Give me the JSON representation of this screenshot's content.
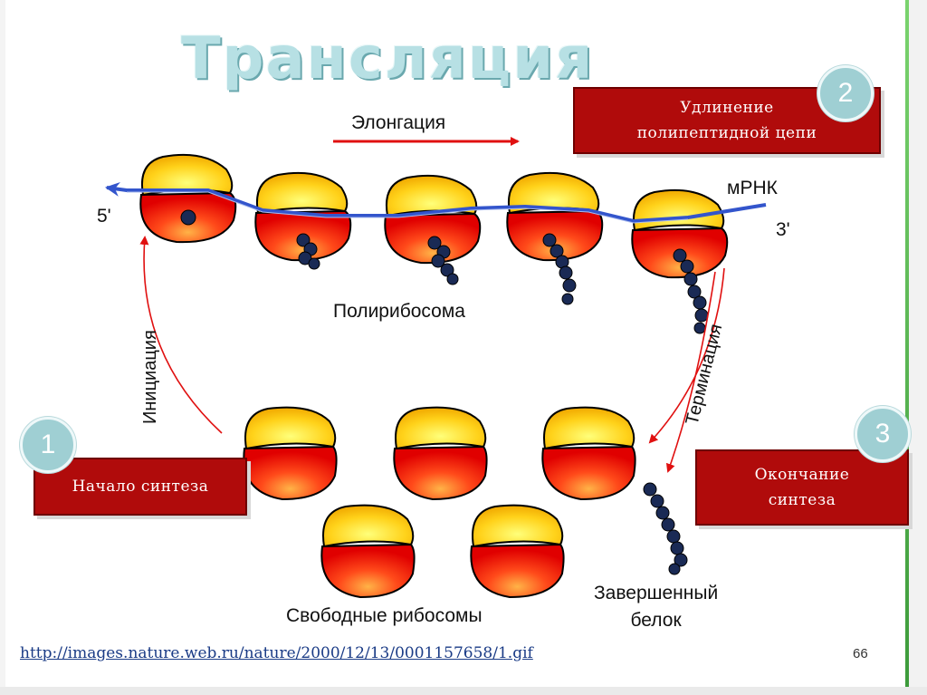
{
  "title": "Трансляция",
  "elongation_label": "Элонгация",
  "mrna_label": "мРНК",
  "five_prime": "5'",
  "three_prime": "3'",
  "polyribosome_label": "Полирибосома",
  "initiation_label": "Инициация",
  "termination_label": "Терминация",
  "free_ribosomes_label": "Свободные рибосомы",
  "protein_label": "Завершенный\nбелок",
  "stages": [
    {
      "number": "1",
      "text": "Начало синтеза"
    },
    {
      "number": "2",
      "text": "Удлинение\nполипептидной цепи"
    },
    {
      "number": "3",
      "text": "Окончание\nсинтеза"
    }
  ],
  "source_url": "http://images.nature.web.ru/nature/2000/12/13/0001157658/1.gif",
  "page_number": "66",
  "colors": {
    "box": "#b00b0b",
    "badge": "#9fcfd3",
    "title": "#b7e0e4",
    "arrow": "#e01010",
    "mrna": "#3355cc"
  }
}
